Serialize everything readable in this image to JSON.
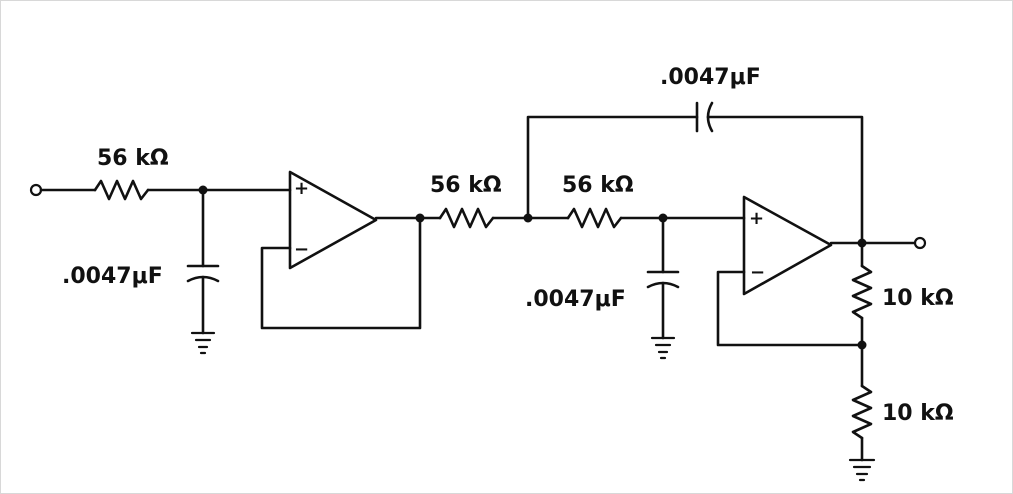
{
  "diagram": {
    "labels": {
      "r1": "56 kΩ",
      "c1": ".0047μF",
      "r2": "56 kΩ",
      "r3": "56 kΩ",
      "c_feedback": ".0047μF",
      "c2": ".0047μF",
      "r4": "10 kΩ",
      "r5": "10 kΩ"
    },
    "opamp_signs": {
      "plus": "+",
      "minus": "−"
    },
    "colors": {
      "ink": "#111111",
      "background": "#ffffff"
    }
  }
}
